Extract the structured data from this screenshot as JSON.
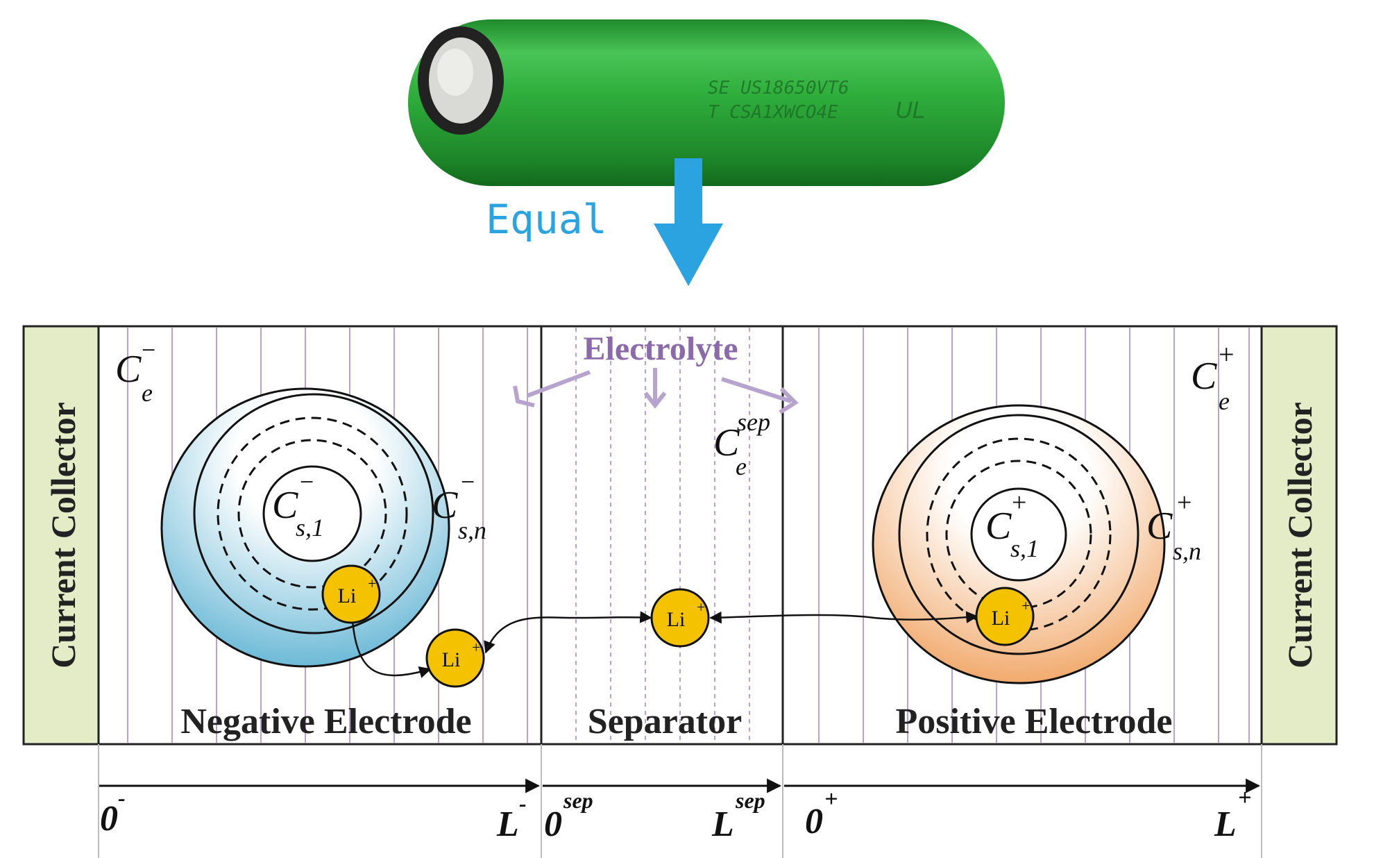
{
  "battery": {
    "print_line1": "SE US18650VT6",
    "print_line2": "T CSA1XWCO4E",
    "logo": "UL",
    "colors": {
      "body": "#2fae3c",
      "body_dark": "#167a22",
      "cap": "#d9d9d6"
    }
  },
  "arrow": {
    "label": "Equal",
    "color": "#2aa3e0"
  },
  "regions": {
    "left_collector": "Current Collector",
    "right_collector": "Current Collector",
    "negative": "Negative Electrode",
    "separator": "Separator",
    "positive": "Positive Electrode"
  },
  "electrolyte": {
    "label": "Electrolyte",
    "color": "#8a6aa8"
  },
  "concentrations": {
    "ce_neg": {
      "base": "C",
      "sub": "e",
      "sup": "−"
    },
    "ce_sep": {
      "base": "C",
      "sub": "e",
      "sup": "sep"
    },
    "ce_pos": {
      "base": "C",
      "sub": "e",
      "sup": "+"
    },
    "cs_neg_1": {
      "base": "C",
      "sub": "s,1",
      "sup": "−"
    },
    "cs_neg_n": {
      "base": "C",
      "sub": "s,n",
      "sup": "−"
    },
    "cs_pos_1": {
      "base": "C",
      "sub": "s,1",
      "sup": "+"
    },
    "cs_pos_n": {
      "base": "C",
      "sub": "s,n",
      "sup": "+"
    }
  },
  "ion": {
    "label": "Li",
    "charge": "+",
    "color": "#f5c200"
  },
  "axes": {
    "neg_start": {
      "base": "0",
      "sup": "-"
    },
    "neg_end": {
      "base": "L",
      "sup": "-"
    },
    "sep_start": {
      "base": "0",
      "sup": "sep"
    },
    "sep_end": {
      "base": "L",
      "sup": "sep"
    },
    "pos_start": {
      "base": "0",
      "sup": "+"
    },
    "pos_end": {
      "base": "L",
      "sup": "+"
    }
  },
  "colors": {
    "collector_fill": "#e3ecc7",
    "grid_line": "#b6a4cf",
    "neg_particle": "#5fb3d3",
    "pos_particle": "#f0a260"
  }
}
